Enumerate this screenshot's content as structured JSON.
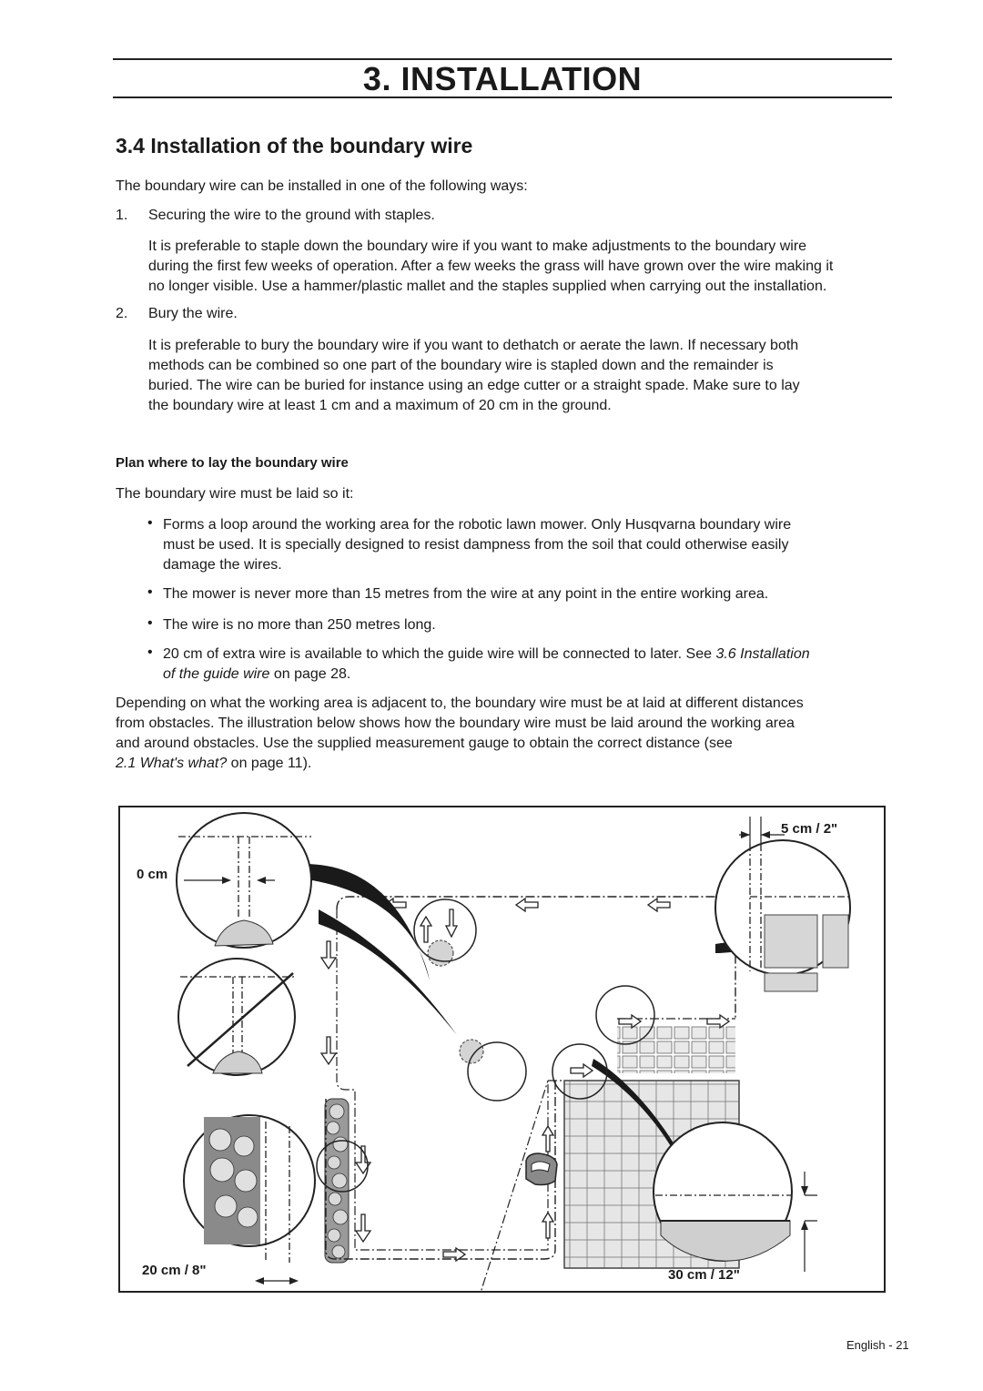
{
  "chapter_title": "3. INSTALLATION",
  "section_title": "3.4 Installation of the boundary wire",
  "intro": "The boundary wire can be installed in one of the following ways:",
  "methods": [
    {
      "number": "1.",
      "title": "Securing the wire to the ground with staples.",
      "lines": [
        "It is preferable to staple down the boundary wire if you want to make adjustments to the boundary wire",
        "during the first few weeks of operation. After a few weeks the grass will have grown over the wire making it",
        "no longer visible. Use a hammer/plastic mallet and the staples supplied when carrying out the installation."
      ]
    },
    {
      "number": "2.",
      "title": "Bury the wire.",
      "lines": [
        "It is preferable to bury the boundary wire if you want to dethatch or aerate the lawn. If necessary both",
        "methods can be combined so one part of the boundary wire is stapled down and the remainder is",
        "buried. The wire can be buried for instance using an edge cutter or a straight spade. Make sure to lay",
        "the boundary wire at least 1 cm and a maximum of 20 cm in the ground."
      ]
    }
  ],
  "plan_heading": "Plan where to lay the boundary wire",
  "plan_intro": "The boundary wire must be laid so it:",
  "bullets": {
    "b1": [
      "Forms a loop around the working area for the robotic lawn mower. Only Husqvarna boundary wire",
      "must be used. It is specially designed to resist dampness from the soil that could otherwise easily",
      "damage the wires."
    ],
    "b2": "The mower is never more than 15 metres from the wire at any point in the entire working area.",
    "b3": "The wire is no more than 250 metres long.",
    "b4_pre": "20 cm of extra wire is available to which the guide wire will be connected to later. See ",
    "b4_ref1": "3.6 Installation",
    "b4_ref2": "of the guide wire",
    "b4_post": " on page 28."
  },
  "closing": {
    "lines": [
      "Depending on what the working area is adjacent to, the boundary wire must be at laid at different distances",
      "from obstacles. The illustration below shows how the boundary wire must be laid around the working area",
      "and around obstacles. Use the supplied measurement gauge to obtain the correct distance (see"
    ],
    "ref": "2.1 What's what?",
    "ref_post": " on page 11)."
  },
  "figure_labels": {
    "zero": "0 cm",
    "five": "5 cm / 2\"",
    "twenty": "20 cm / 8\"",
    "thirty": "30 cm / 12\""
  },
  "footer": "English - 21"
}
